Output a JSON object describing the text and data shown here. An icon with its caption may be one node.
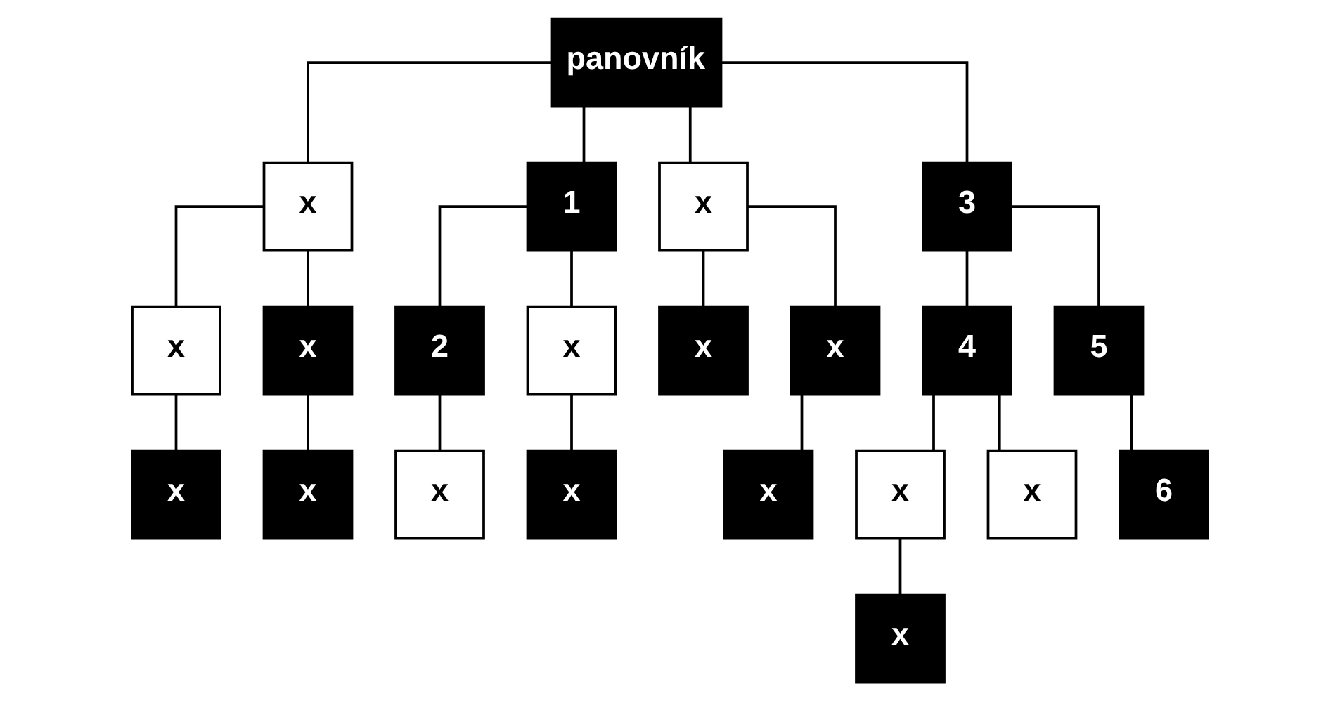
{
  "diagram": {
    "nodes": [
      {
        "text": [
          "panovník"
        ]
      },
      {
        "text": [
          "x"
        ]
      },
      {
        "text": [
          "1"
        ]
      },
      {
        "text": [
          "x"
        ]
      },
      {
        "text": [
          "3"
        ]
      },
      {
        "text": [
          "x"
        ]
      },
      {
        "text": [
          "x"
        ]
      },
      {
        "text": [
          "2"
        ]
      },
      {
        "text": [
          "x"
        ]
      },
      {
        "text": [
          "x"
        ]
      },
      {
        "text": [
          "x"
        ]
      },
      {
        "text": [
          "4"
        ]
      },
      {
        "text": [
          "5"
        ]
      },
      {
        "text": [
          "x"
        ]
      },
      {
        "text": [
          "x"
        ]
      },
      {
        "text": [
          "x"
        ]
      },
      {
        "text": [
          "x"
        ]
      },
      {
        "text": [
          "x"
        ]
      },
      {
        "text": [
          "x"
        ]
      },
      {
        "text": [
          "x"
        ]
      },
      {
        "text": [
          "6"
        ]
      },
      {
        "text": [
          "x"
        ]
      }
    ],
    "edges": [
      {
        "from": 0,
        "to": 1,
        "arrow": "none"
      },
      {
        "from": 0,
        "to": 2,
        "arrow": "none"
      },
      {
        "from": 0,
        "to": 3,
        "arrow": "none"
      },
      {
        "from": 0,
        "to": 4,
        "arrow": "none"
      },
      {
        "from": 1,
        "to": 5,
        "arrow": "none"
      },
      {
        "from": 1,
        "to": 6,
        "arrow": "none"
      },
      {
        "from": 2,
        "to": 7,
        "arrow": "none"
      },
      {
        "from": 2,
        "to": 8,
        "arrow": "none"
      },
      {
        "from": 3,
        "to": 9,
        "arrow": "none"
      },
      {
        "from": 3,
        "to": 10,
        "arrow": "none"
      },
      {
        "from": 4,
        "to": 11,
        "arrow": "none"
      },
      {
        "from": 4,
        "to": 12,
        "arrow": "none"
      },
      {
        "from": 5,
        "to": 13,
        "arrow": "none"
      },
      {
        "from": 6,
        "to": 14,
        "arrow": "none"
      },
      {
        "from": 7,
        "to": 15,
        "arrow": "none"
      },
      {
        "from": 8,
        "to": 16,
        "arrow": "none"
      },
      {
        "from": 10,
        "to": 17,
        "arrow": "none"
      },
      {
        "from": 11,
        "to": 18,
        "arrow": "none"
      },
      {
        "from": 11,
        "to": 19,
        "arrow": "none"
      },
      {
        "from": 12,
        "to": 20,
        "arrow": "none"
      },
      {
        "from": 18,
        "to": 21,
        "arrow": "none"
      }
    ]
  }
}
